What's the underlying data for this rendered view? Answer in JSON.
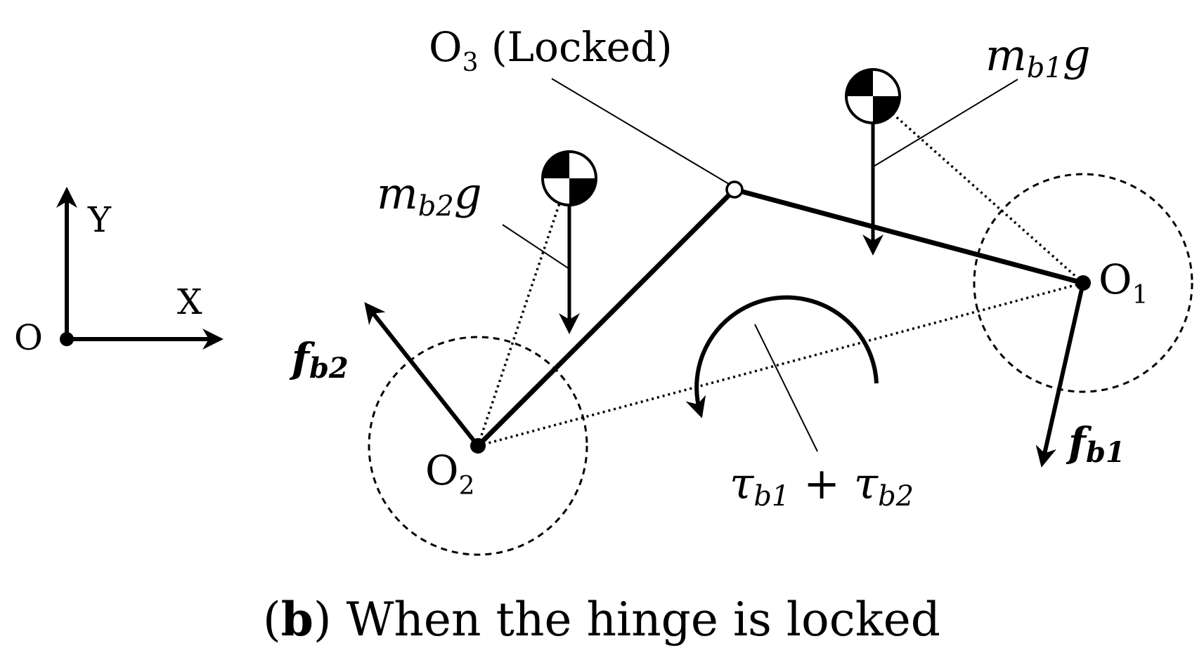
{
  "axes": {
    "origin_label": "O",
    "x_label": "X",
    "y_label": "Y"
  },
  "points": {
    "o1": {
      "base": "O",
      "sub": "1"
    },
    "o2": {
      "base": "O",
      "sub": "2"
    },
    "o3": {
      "base": "O",
      "sub": "3",
      "note": "(Locked)"
    }
  },
  "forces": {
    "fb1": {
      "base": "f",
      "sub": "b1"
    },
    "fb2": {
      "base": "f",
      "sub": "b2"
    }
  },
  "weights": {
    "mb1g": {
      "m": "m",
      "sub": "b1",
      "g": "g"
    },
    "mb2g": {
      "m": "m",
      "sub": "b2",
      "g": "g"
    }
  },
  "torque": {
    "t1": "τ",
    "s1": "b1",
    "plus": "+",
    "t2": "τ",
    "s2": "b2"
  },
  "caption": {
    "open": "(",
    "letter": "b",
    "rest": ") When the hinge is locked"
  }
}
